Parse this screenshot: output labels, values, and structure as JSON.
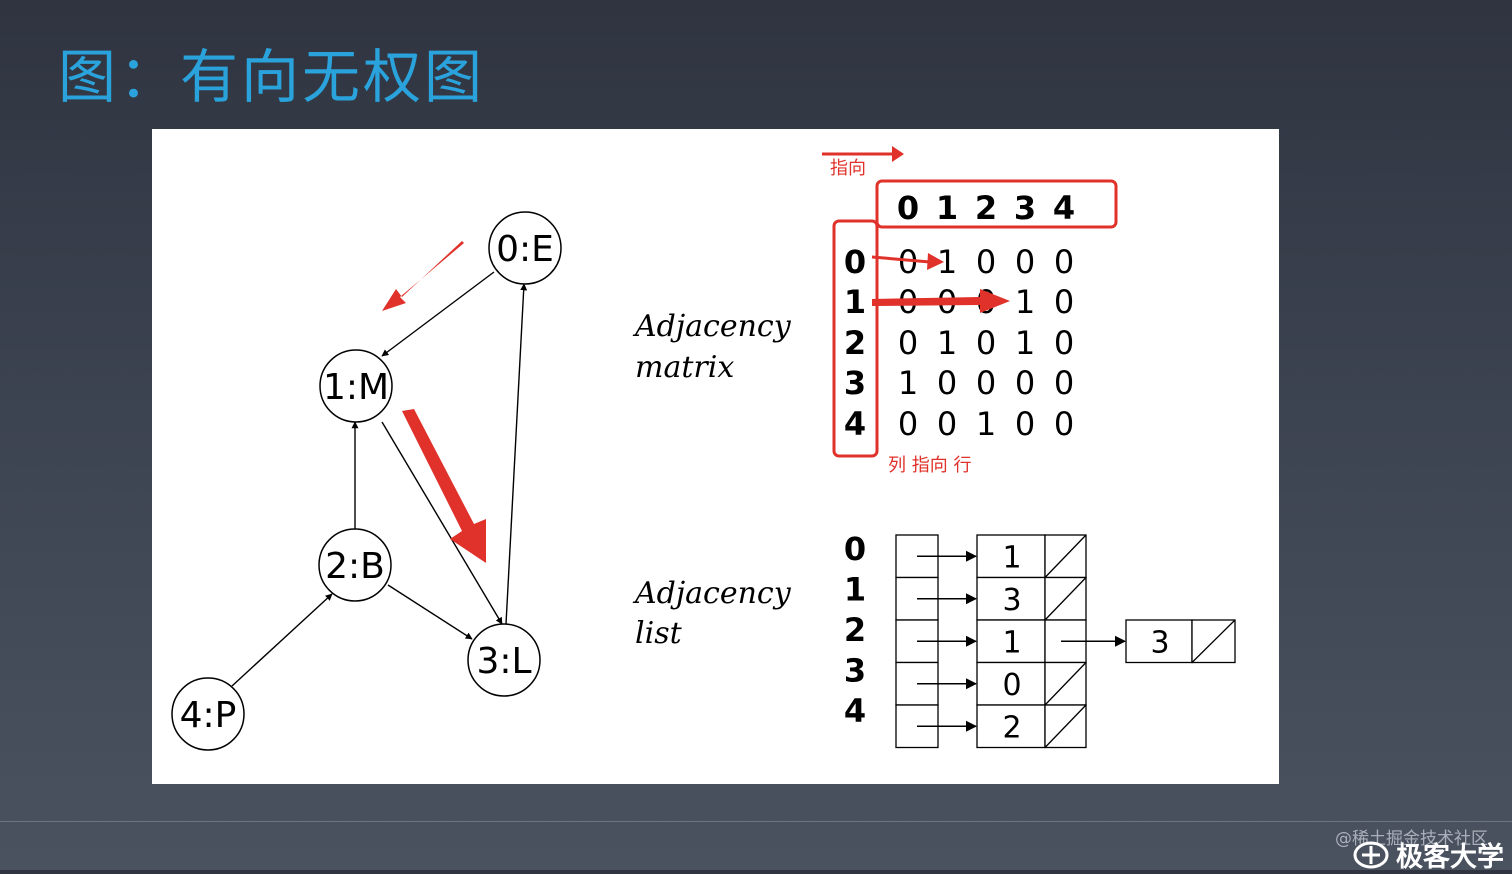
{
  "title": "图：有向无权图",
  "graph": {
    "nodes": [
      "0:E",
      "1:M",
      "2:B",
      "3:L",
      "4:P"
    ]
  },
  "labels": {
    "adj_matrix_line1": "Adjacency",
    "adj_matrix_line2": "matrix",
    "adj_list_line1": "Adjacency",
    "adj_list_line2": "list"
  },
  "annotations": {
    "pointing": "指向",
    "col_points_row": "列 指向 行"
  },
  "matrix": {
    "col_headers": [
      "0",
      "1",
      "2",
      "3",
      "4"
    ],
    "row_headers": [
      "0",
      "1",
      "2",
      "3",
      "4"
    ],
    "rows": [
      [
        "0",
        "1",
        "0",
        "0",
        "0"
      ],
      [
        "0",
        "0",
        "0",
        "1",
        "0"
      ],
      [
        "0",
        "1",
        "0",
        "1",
        "0"
      ],
      [
        "1",
        "0",
        "0",
        "0",
        "0"
      ],
      [
        "0",
        "0",
        "1",
        "0",
        "0"
      ]
    ]
  },
  "adj_list": {
    "row_headers": [
      "0",
      "1",
      "2",
      "3",
      "4"
    ],
    "first_values": [
      "1",
      "3",
      "1",
      "0",
      "2"
    ],
    "extra_value_row2": "3"
  },
  "footer": {
    "watermark": "@稀土掘金技术社区",
    "brand": "极客大学"
  },
  "colors": {
    "title": "#2aa3dc",
    "annotation_red": "#e0312a"
  }
}
